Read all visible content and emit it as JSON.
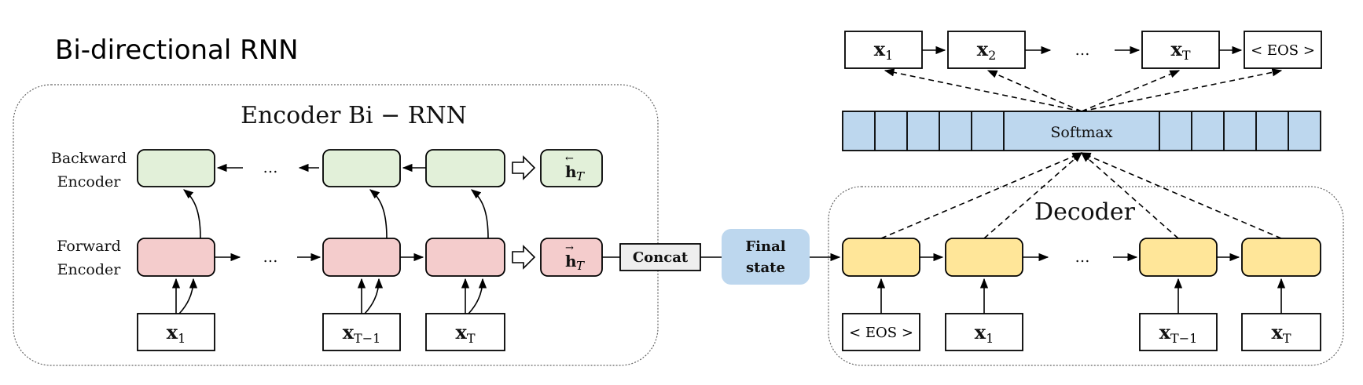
{
  "title": "Bi-directional RNN",
  "encoder": {
    "title": "Encoder Bi − RNN",
    "backward_label": [
      "Backward",
      "Encoder"
    ],
    "forward_label": [
      "Forward",
      "Encoder"
    ],
    "ellipsis": "…",
    "h_back": {
      "base": "h",
      "arrow": "←",
      "sub": "T"
    },
    "h_fwd": {
      "base": "h",
      "arrow": "→",
      "sub": "T"
    },
    "inputs": [
      {
        "base": "x",
        "sub": "1"
      },
      {
        "base": "x",
        "sub": "T−1"
      },
      {
        "base": "x",
        "sub": "T"
      }
    ]
  },
  "concat_label": "Concat",
  "final_state_label": [
    "Final",
    "state"
  ],
  "decoder": {
    "title": "Decoder",
    "ellipsis": "…",
    "inputs": [
      {
        "text": "< EOS >"
      },
      {
        "base": "x",
        "sub": "1"
      },
      {
        "base": "x",
        "sub": "T−1"
      },
      {
        "base": "x",
        "sub": "T"
      }
    ],
    "outputs": [
      {
        "base": "x",
        "sub": "1"
      },
      {
        "base": "x",
        "sub": "2"
      },
      {
        "base": "x",
        "sub": "T"
      },
      {
        "text": "< EOS >"
      }
    ],
    "softmax_label": "Softmax",
    "output_ellipsis": "…"
  },
  "colors": {
    "backward_cell": "#e2f0d9",
    "forward_cell": "#f4cccc",
    "decoder_cell": "#ffe699",
    "softmax": "#bdd7ee",
    "final_state": "#bdd7ee",
    "concat": "#eeeeee"
  }
}
